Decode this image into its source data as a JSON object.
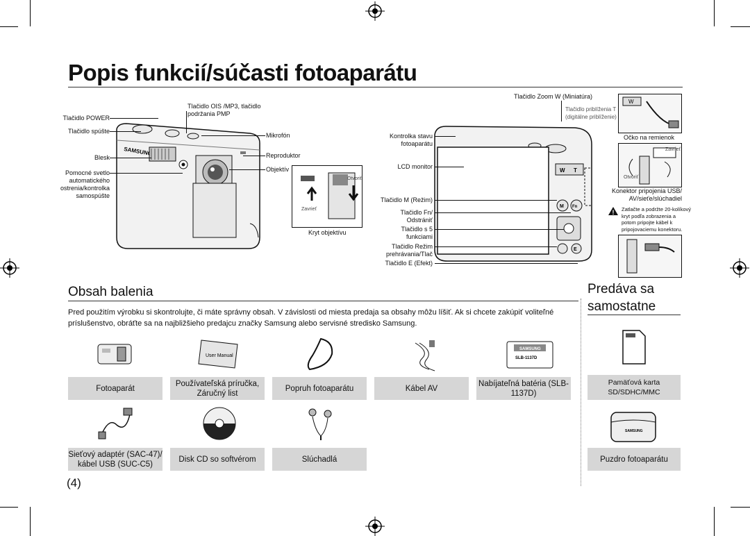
{
  "page": {
    "title": "Popis funkcií/súčasti fotoaparátu",
    "page_number": "4"
  },
  "diagram": {
    "left_labels": {
      "power": "Tlačidlo POWER",
      "shutter": "Tlačidlo spúšte",
      "flash": "Blesk",
      "assist": [
        "Pomocné svetlo",
        "automatického",
        "ostrenia/kontrolka",
        "samospúšte"
      ]
    },
    "top_labels": {
      "ois": [
        "Tlačidlo OIS /MP3, tlačidlo",
        "podržania PMP"
      ],
      "mic": "Mikrofón",
      "speaker": "Reproduktor",
      "lens": "Objektív",
      "lens_cover": "Kryt objektívu",
      "open": "Otvoriť",
      "close": "Zavrieť"
    },
    "back_labels": {
      "status_lamp": [
        "Kontrolka stavu",
        "fotoaparátu"
      ],
      "lcd": "LCD monitor",
      "m_button": "Tlačidlo M (Režim)",
      "fn_delete": [
        "Tlačidlo Fn/",
        "Odstrániť"
      ],
      "five_func": [
        "Tlačidlo s 5",
        "funkciami"
      ],
      "playback": [
        "Tlačidlo Režim",
        "prehrávania/Tlač"
      ],
      "e_button": "Tlačidlo E (Efekt)",
      "zoom": "Tlačidlo Zoom W (Miniatúra)",
      "zoom_t": [
        "Tlačidlo priblíženia T",
        "(digitálne priblíženie)"
      ],
      "strap": "Očko na remienok",
      "close": "Zavrieť",
      "open": "Otvoriť",
      "connector": [
        "Konektor pripojenia USB/",
        "AV/sieťe/slúchadiel"
      ],
      "warning": [
        "Zatlačte a podržte 20-kolíkový",
        "kryt podľa zobrazenia a",
        "potom pripojte kábel k",
        "pripojovaciemu konektoru."
      ]
    }
  },
  "package": {
    "heading": "Obsah balenia",
    "intro": "Pred použitím výrobku si skontrolujte, či máte správny obsah. V závislosti od miesta predaja sa obsahy môžu líšiť. Ak si chcete zakúpiť voliteľné príslušenstvo, obráťte sa na najbližšieho predajcu značky Samsung alebo servisné stredisko Samsung.",
    "row1": [
      {
        "label": "Fotoaparát",
        "icon": "camera-icon"
      },
      {
        "label": "Používateľská príručka, Záručný list",
        "icon": "manual-icon",
        "book_text": "User Manual"
      },
      {
        "label": "Popruh fotoaparátu",
        "icon": "strap-icon"
      },
      {
        "label": "Kábel AV",
        "icon": "av-cable-icon"
      },
      {
        "label": "Nabíjateľná batéria (SLB-1137D)",
        "icon": "battery-icon",
        "battery_brand": "SAMSUNG",
        "battery_model": "SLB-1137D"
      }
    ],
    "row2": [
      {
        "label": "Sieťový adaptér (SAC-47)/ kábel USB (SUC-C5)",
        "icon": "adapter-icon"
      },
      {
        "label": "Disk CD so softvérom",
        "icon": "cd-icon"
      },
      {
        "label": "Slúchadlá",
        "icon": "earphones-icon"
      }
    ]
  },
  "separate": {
    "heading": "Predáva sa samostatne",
    "items": [
      {
        "label": "Pamäťová karta SD/SDHC/MMC",
        "icon": "memory-card-icon"
      },
      {
        "label": "Puzdro fotoaparátu",
        "icon": "camera-case-icon",
        "case_brand": "SAMSUNG"
      }
    ]
  },
  "colors": {
    "cell_bg": "#d6d6d6",
    "rule": "#333333"
  }
}
